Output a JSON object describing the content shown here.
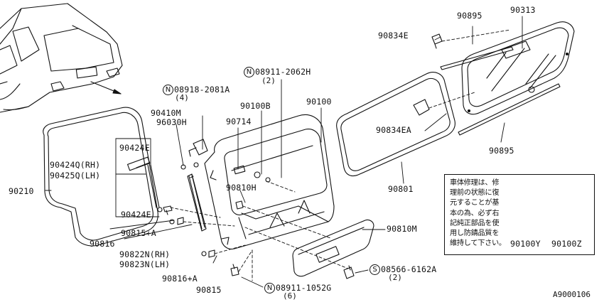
{
  "labels": {
    "p90895_top": "90895",
    "p90313": "90313",
    "p90834E": "90834E",
    "p08911_2062H": "08911-2062H",
    "p08911_2062H_qty": "(2)",
    "p08918_2081A": "08918-2081A",
    "p08918_2081A_qty": "(4)",
    "p90100": "90100",
    "p90100B": "90100B",
    "p90410M": "90410M",
    "p96030H": "96030H",
    "p90714": "90714",
    "p90834EA": "90834EA",
    "p90424E_top": "90424E",
    "p90424Q": "90424Q(RH)",
    "p90425Q": "90425Q(LH)",
    "p90210": "90210",
    "p90810H": "90810H",
    "p90895_bottom": "90895",
    "p90801": "90801",
    "p90424E_bottom": "90424E",
    "p90815A": "90815+A",
    "p90816": "90816",
    "p90822N": "90822N(RH)",
    "p90823N": "90823N(LH)",
    "p90810M": "90810M",
    "p90816A": "90816+A",
    "p90815": "90815",
    "p08566_6162A": "08566-6162A",
    "p08566_6162A_qty": "(2)",
    "p08911_1052G": "08911-1052G",
    "p08911_1052G_qty": "(6)",
    "p90100Y": "90100Y",
    "p90100Z": "90100Z"
  },
  "circled": {
    "n1": "N",
    "n2": "N",
    "n3": "N",
    "s1": "S"
  },
  "note": {
    "text": "車体修理は、修\n理前の状態に復\n元することが基\n本の為、必ず右\n記純正部品を使\n用し防錆品質を\n維持して下さい。"
  },
  "reference_code": "A9000106",
  "colors": {
    "line": "#111111",
    "background": "#ffffff"
  }
}
